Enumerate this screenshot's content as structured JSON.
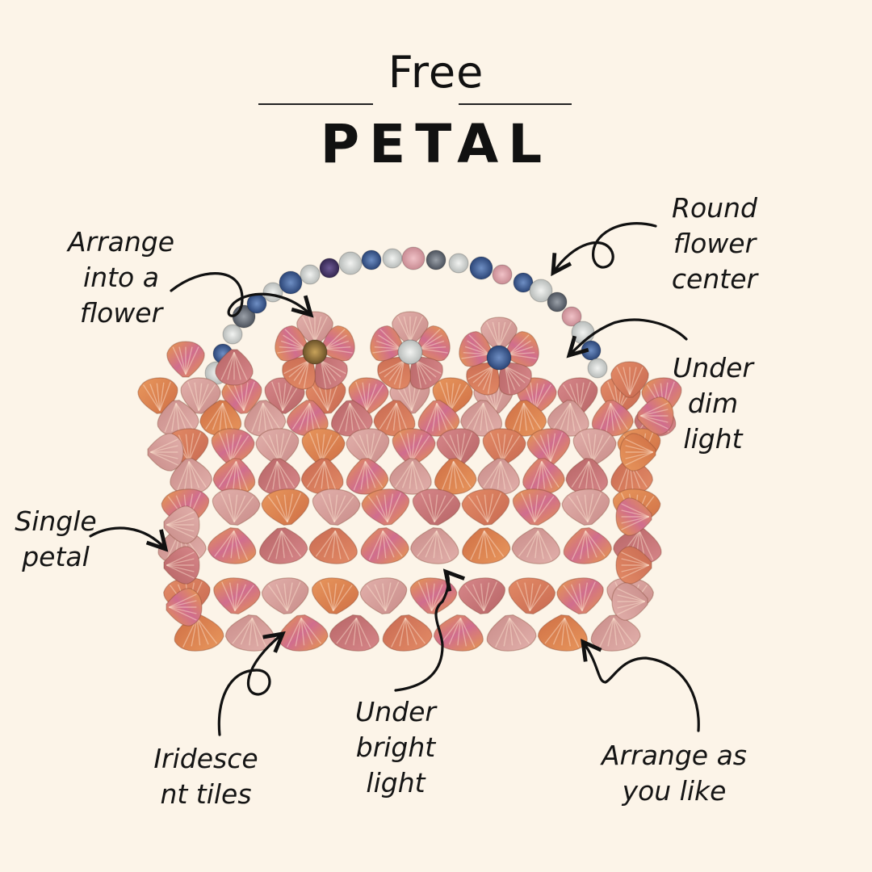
{
  "header": {
    "free_text": "Free",
    "title": "PETAL"
  },
  "callouts": {
    "arrange_flower": "Arrange\ninto a\nflower",
    "round_center": "Round\nflower\ncenter",
    "under_dim": "Under\ndim\nlight",
    "single_petal": "Single\npetal",
    "iridescent": "Iridesce\nnt tiles",
    "under_bright": "Under\nbright\nlight",
    "arrange_like": "Arrange as\nyou like"
  },
  "colors": {
    "background": "#fcf4e8",
    "petal_orange": "#e0884e",
    "petal_pink": "#d69a98",
    "petal_rose": "#c87a78",
    "petal_iridescent": "#d98360",
    "petal_coral": "#d97b60",
    "bead_silver": "#c9ccca",
    "bead_blue": "#3b5e95",
    "bead_purple": "#4b3a6e",
    "bead_pink": "#d9a2a8",
    "ink": "#111111"
  },
  "illustration": {
    "subject": "basket-shaped mosaic of petal tiles with round bead handle"
  }
}
